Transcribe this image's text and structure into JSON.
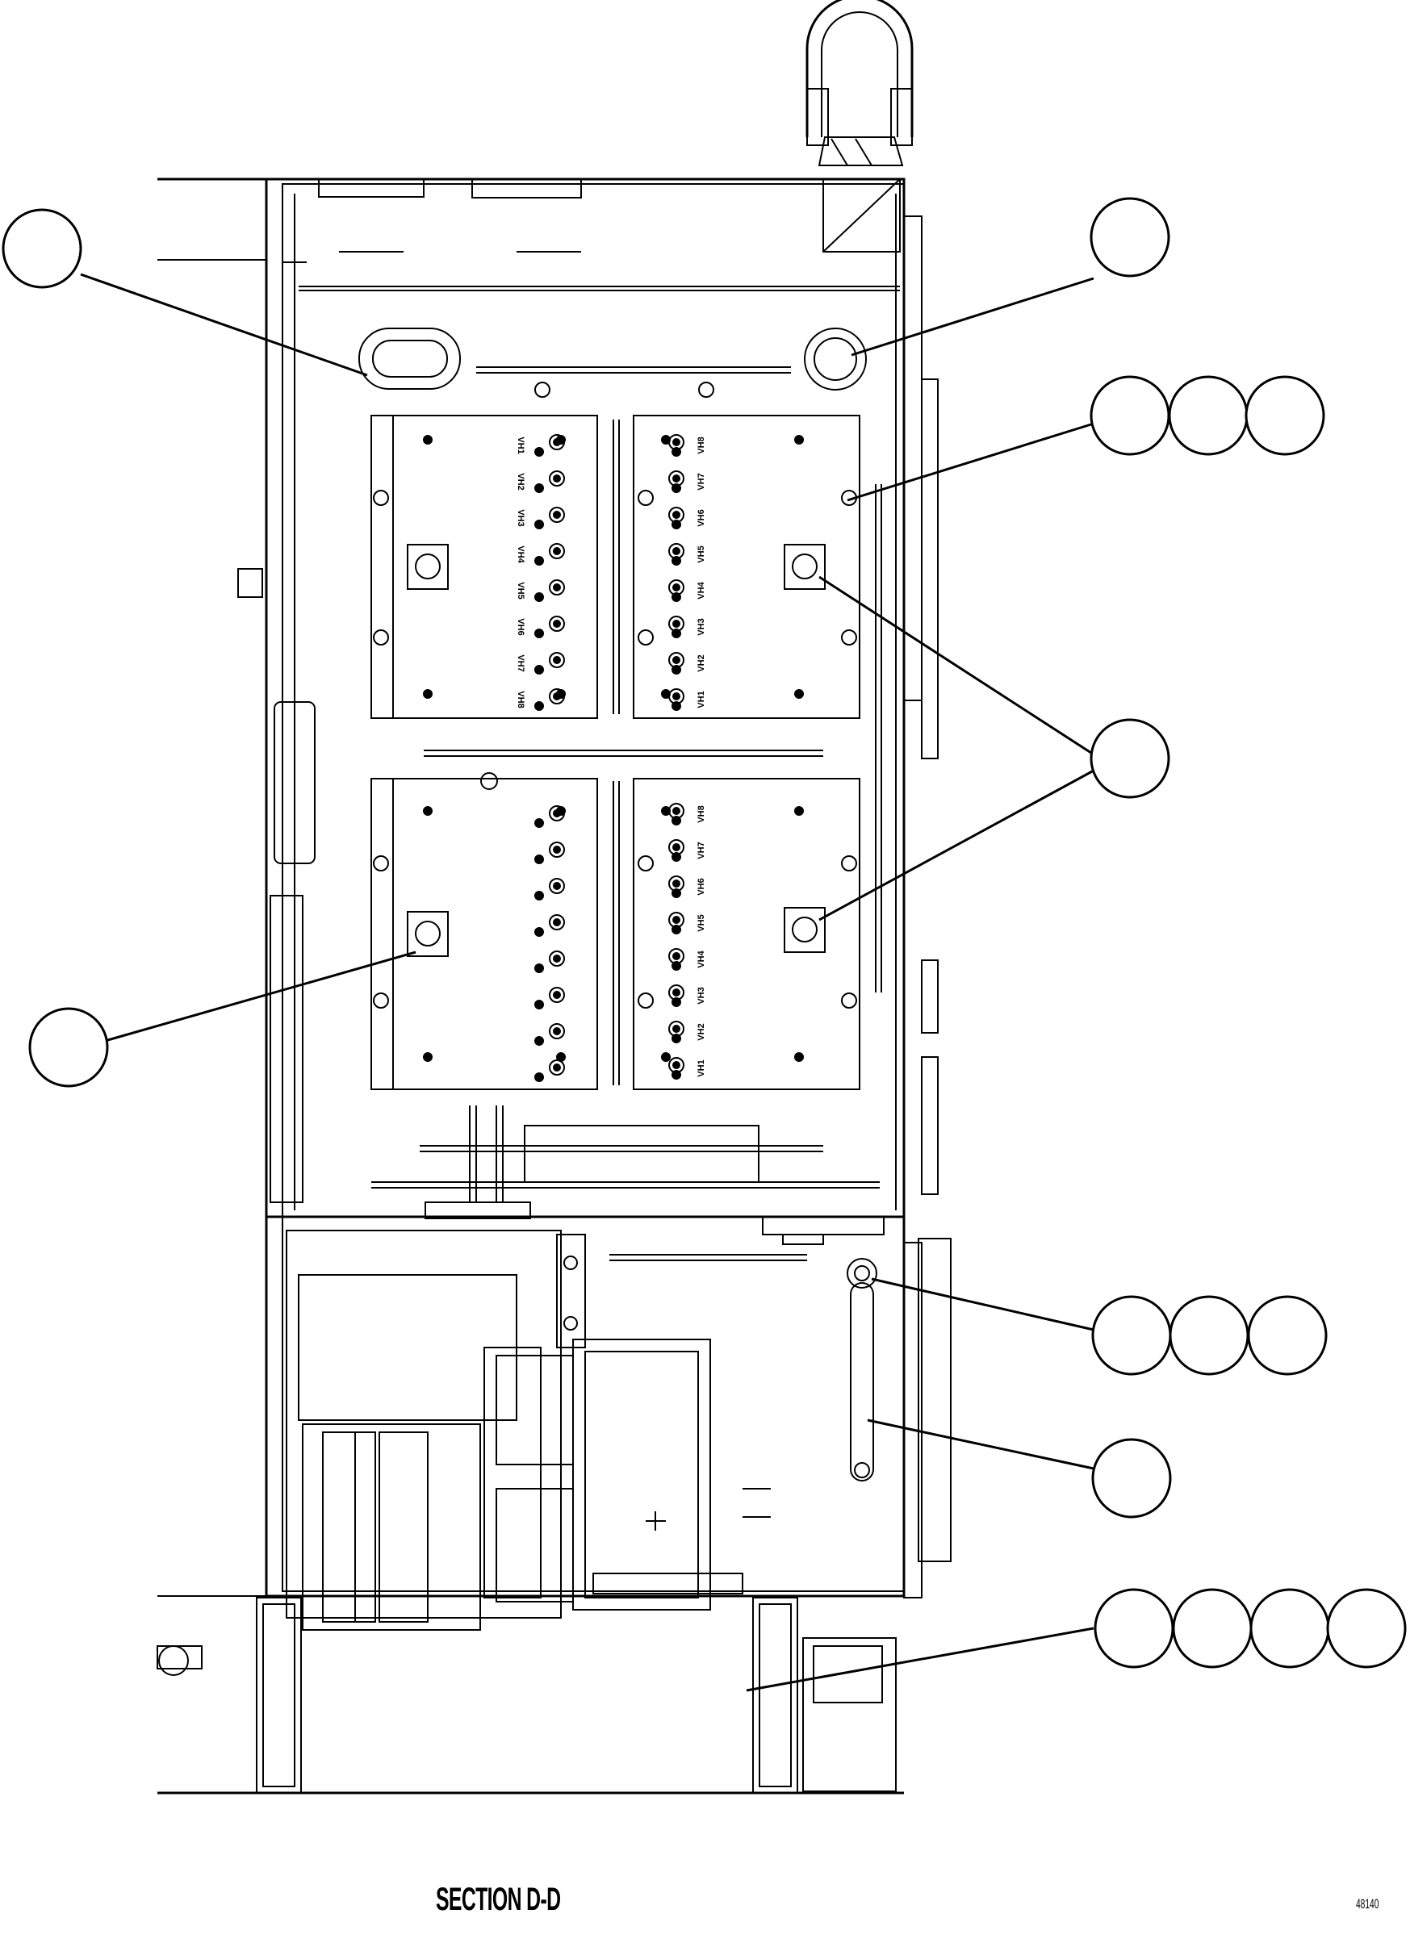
{
  "drawing": {
    "section_title": "SECTION D-D",
    "drawing_number": "48140"
  },
  "terminal_labels_upper": [
    "VH1",
    "VH2",
    "VH3",
    "VH4",
    "VH5",
    "VH6",
    "VH7",
    "VH8"
  ],
  "terminal_labels_lower": [
    "VH1",
    "VH2",
    "VH3",
    "VH4",
    "VH5",
    "VH6",
    "VH7",
    "VH8"
  ],
  "callout_groups": [
    {
      "name": "callout-left-upper",
      "count": 1
    },
    {
      "name": "callout-right-top",
      "count": 1
    },
    {
      "name": "callout-right-triple-upper",
      "count": 3
    },
    {
      "name": "callout-right-connectors",
      "count": 1
    },
    {
      "name": "callout-left-lower",
      "count": 1
    },
    {
      "name": "callout-right-triple-lower",
      "count": 3
    },
    {
      "name": "callout-right-bar",
      "count": 1
    },
    {
      "name": "callout-right-quad",
      "count": 4
    }
  ],
  "line_color": "#000000",
  "background_color": "#ffffff"
}
